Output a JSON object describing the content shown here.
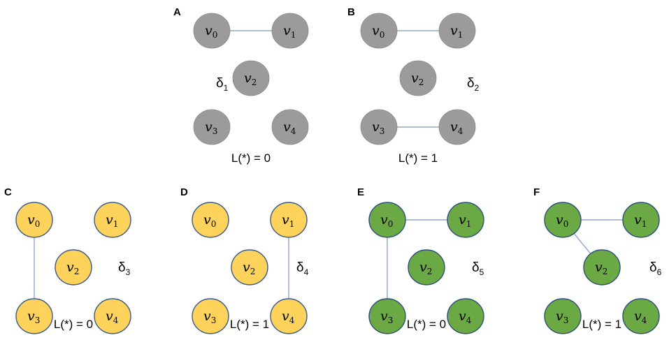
{
  "colors": {
    "gray_fill": "#9b9b9b",
    "gray_stroke": "#8a8a8a",
    "yellow_fill": "#fdd35c",
    "yellow_stroke": "#3b5a86",
    "green_fill": "#6aa944",
    "green_stroke": "#2f4f7a",
    "edge": "#8fa8cc"
  },
  "panels": [
    {
      "letter": "A",
      "delta": "δ",
      "delta_sub": "1",
      "loss": "L(*) = 0",
      "style": "gray",
      "nodes": [
        {
          "id": "v0",
          "base": "v",
          "sub": "0"
        },
        {
          "id": "v1",
          "base": "v",
          "sub": "1"
        },
        {
          "id": "v2",
          "base": "v",
          "sub": "2"
        },
        {
          "id": "v3",
          "base": "v",
          "sub": "3"
        },
        {
          "id": "v4",
          "base": "v",
          "sub": "4"
        }
      ],
      "edges": [
        [
          "v0",
          "v1"
        ]
      ]
    },
    {
      "letter": "B",
      "delta": "δ",
      "delta_sub": "2",
      "loss": "L(*) = 1",
      "style": "gray",
      "nodes": [
        {
          "id": "v0",
          "base": "v",
          "sub": "0"
        },
        {
          "id": "v1",
          "base": "v",
          "sub": "1"
        },
        {
          "id": "v2",
          "base": "v",
          "sub": "2"
        },
        {
          "id": "v3",
          "base": "v",
          "sub": "3"
        },
        {
          "id": "v4",
          "base": "v",
          "sub": "4"
        }
      ],
      "edges": [
        [
          "v0",
          "v1"
        ],
        [
          "v3",
          "v4"
        ]
      ]
    },
    {
      "letter": "C",
      "delta": "δ",
      "delta_sub": "3",
      "loss": "L(*) = 0",
      "style": "yellow",
      "nodes": [
        {
          "id": "v0",
          "base": "v",
          "sub": "0"
        },
        {
          "id": "v1",
          "base": "v",
          "sub": "1"
        },
        {
          "id": "v2",
          "base": "v",
          "sub": "2"
        },
        {
          "id": "v3",
          "base": "v",
          "sub": "3"
        },
        {
          "id": "v4",
          "base": "v",
          "sub": "4"
        }
      ],
      "edges": [
        [
          "v0",
          "v3"
        ]
      ]
    },
    {
      "letter": "D",
      "delta": "δ",
      "delta_sub": "4",
      "loss": "L(*) = 1",
      "style": "yellow",
      "nodes": [
        {
          "id": "v0",
          "base": "v",
          "sub": "0"
        },
        {
          "id": "v1",
          "base": "v",
          "sub": "1"
        },
        {
          "id": "v2",
          "base": "v",
          "sub": "2"
        },
        {
          "id": "v3",
          "base": "v",
          "sub": "3"
        },
        {
          "id": "v4",
          "base": "v",
          "sub": "4"
        }
      ],
      "edges": [
        [
          "v1",
          "v4"
        ]
      ]
    },
    {
      "letter": "E",
      "delta": "δ",
      "delta_sub": "5",
      "loss": "L(*) = 0",
      "style": "green",
      "nodes": [
        {
          "id": "v0",
          "base": "v",
          "sub": "0"
        },
        {
          "id": "v1",
          "base": "v",
          "sub": "1"
        },
        {
          "id": "v2",
          "base": "v",
          "sub": "2"
        },
        {
          "id": "v3",
          "base": "v",
          "sub": "3"
        },
        {
          "id": "v4",
          "base": "v",
          "sub": "4"
        }
      ],
      "edges": [
        [
          "v0",
          "v1"
        ],
        [
          "v0",
          "v3"
        ]
      ]
    },
    {
      "letter": "F",
      "delta": "δ",
      "delta_sub": "6",
      "loss": "L(*) = 1",
      "style": "green",
      "nodes": [
        {
          "id": "v0",
          "base": "v",
          "sub": "0"
        },
        {
          "id": "v1",
          "base": "v",
          "sub": "1"
        },
        {
          "id": "v2",
          "base": "v",
          "sub": "2"
        },
        {
          "id": "v3",
          "base": "v",
          "sub": "3"
        },
        {
          "id": "v4",
          "base": "v",
          "sub": "4"
        }
      ],
      "edges": [
        [
          "v0",
          "v1"
        ],
        [
          "v0",
          "v2"
        ]
      ]
    }
  ]
}
